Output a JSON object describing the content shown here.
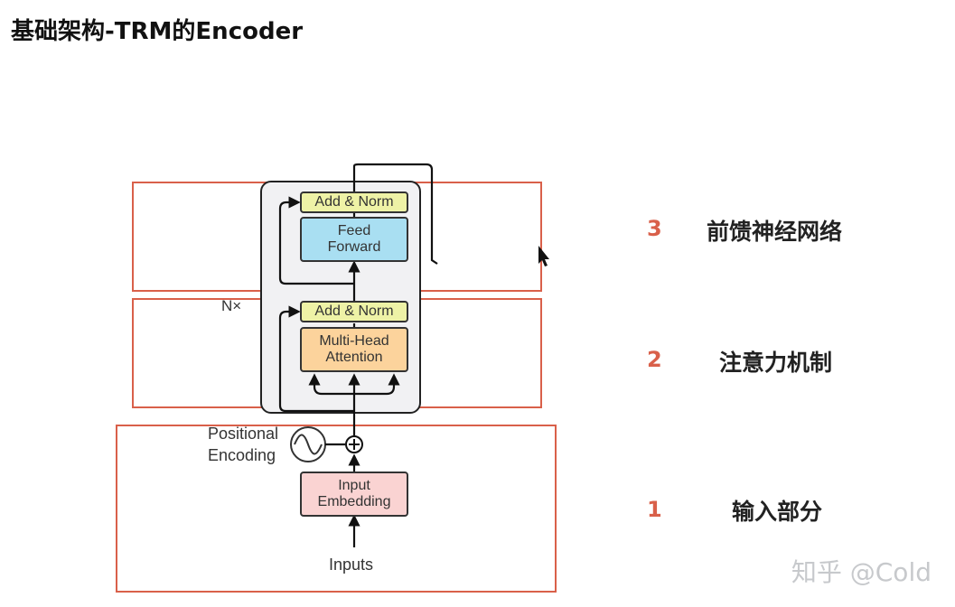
{
  "title": "基础架构-TRM的Encoder",
  "diagram": {
    "add_norm_top": "Add & Norm",
    "feed_forward": [
      "Feed",
      "Forward"
    ],
    "add_norm_bottom": "Add & Norm",
    "multi_head": [
      "Multi-Head",
      "Attention"
    ],
    "nx": "N×",
    "positional": [
      "Positional",
      "Encoding"
    ],
    "input_embedding": [
      "Input",
      "Embedding"
    ],
    "inputs": "Inputs"
  },
  "sections": [
    {
      "number": "3",
      "label": "前馈神经网络"
    },
    {
      "number": "2",
      "label": "注意力机制"
    },
    {
      "number": "1",
      "label": "输入部分"
    }
  ],
  "watermark": "知乎 @Cold"
}
